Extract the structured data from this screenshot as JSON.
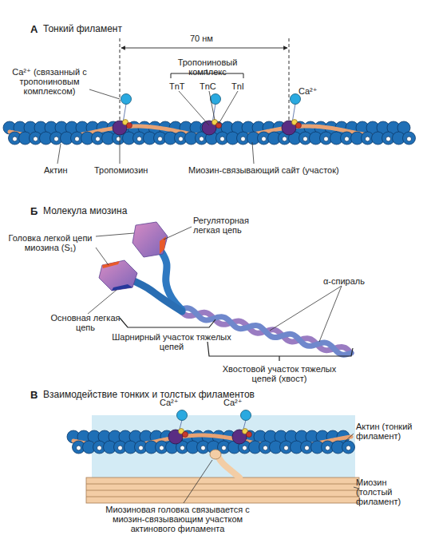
{
  "diagram": {
    "labels": [
      "А",
      "Тонкий филамент",
      "70 нм",
      "Тропониновый комплекс",
      "TnT",
      "TnC",
      "TnI",
      "Ca²⁺ (связанный с тропониновым комплексом)",
      "Ca²⁺",
      "Актин",
      "Тропомиозин",
      "Миозин-связывающий сайт (участок)",
      "Б",
      "Молекула миозина",
      "Регуляторная легкая цепь",
      "Головка легкой цепи миозина (S₁)",
      "Основная легкая цепь",
      "α-спираль",
      "Шарнирный участок тяжелых цепей",
      "Хвостовой участок тяжелых цепей (хвост)",
      "В",
      "Взаимодействие тонких и толстых филаментов",
      "Ca²⁺",
      "Ca²⁺",
      "Актин (тонкий филамент)",
      "Миозин (толстый филамент)",
      "Миозиновая головка связывается с миозин-связывающим участком актинового филамента"
    ]
  }
}
